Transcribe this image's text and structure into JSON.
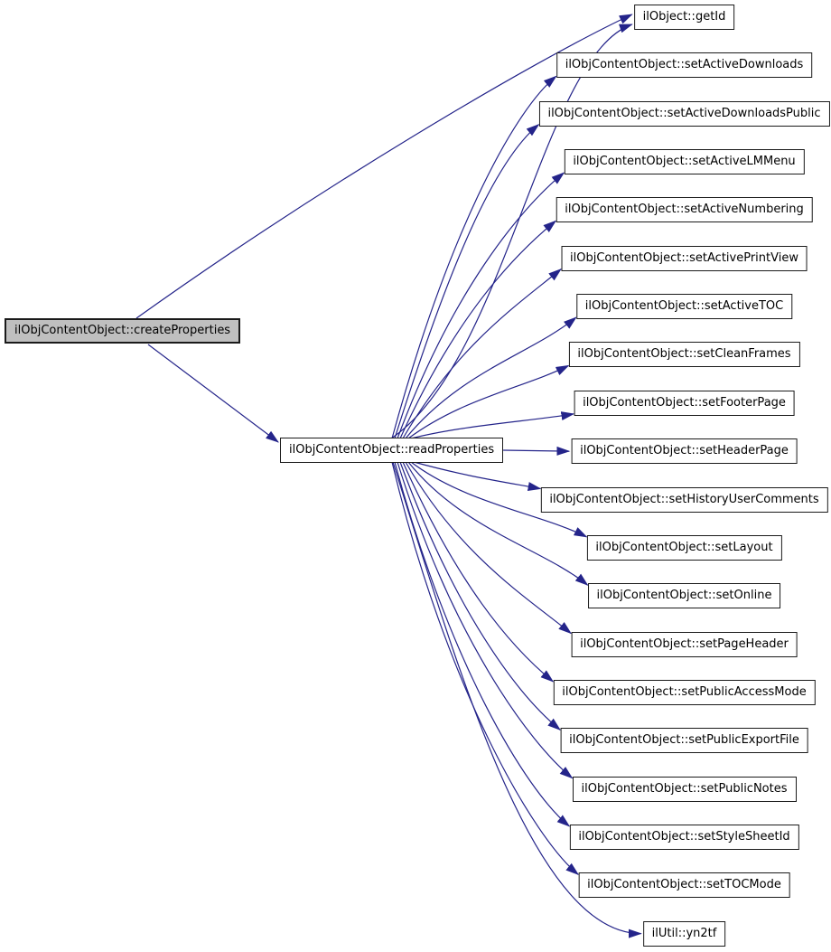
{
  "graph": {
    "type": "call-graph",
    "caller": {
      "id": "createProperties",
      "label": "ilObjContentObject::createProperties"
    },
    "intermediate": {
      "id": "readProperties",
      "label": "ilObjContentObject::readProperties"
    },
    "callees": [
      {
        "id": "getId",
        "label": "ilObject::getId"
      },
      {
        "id": "setActiveDownloads",
        "label": "ilObjContentObject::setActiveDownloads"
      },
      {
        "id": "setActiveDownloadsPublic",
        "label": "ilObjContentObject::setActiveDownloadsPublic"
      },
      {
        "id": "setActiveLMMenu",
        "label": "ilObjContentObject::setActiveLMMenu"
      },
      {
        "id": "setActiveNumbering",
        "label": "ilObjContentObject::setActiveNumbering"
      },
      {
        "id": "setActivePrintView",
        "label": "ilObjContentObject::setActivePrintView"
      },
      {
        "id": "setActiveTOC",
        "label": "ilObjContentObject::setActiveTOC"
      },
      {
        "id": "setCleanFrames",
        "label": "ilObjContentObject::setCleanFrames"
      },
      {
        "id": "setFooterPage",
        "label": "ilObjContentObject::setFooterPage"
      },
      {
        "id": "setHeaderPage",
        "label": "ilObjContentObject::setHeaderPage"
      },
      {
        "id": "setHistoryUserComments",
        "label": "ilObjContentObject::setHistoryUserComments"
      },
      {
        "id": "setLayout",
        "label": "ilObjContentObject::setLayout"
      },
      {
        "id": "setOnline",
        "label": "ilObjContentObject::setOnline"
      },
      {
        "id": "setPageHeader",
        "label": "ilObjContentObject::setPageHeader"
      },
      {
        "id": "setPublicAccessMode",
        "label": "ilObjContentObject::setPublicAccessMode"
      },
      {
        "id": "setPublicExportFile",
        "label": "ilObjContentObject::setPublicExportFile"
      },
      {
        "id": "setPublicNotes",
        "label": "ilObjContentObject::setPublicNotes"
      },
      {
        "id": "setStyleSheetId",
        "label": "ilObjContentObject::setStyleSheetId"
      },
      {
        "id": "setTOCMode",
        "label": "ilObjContentObject::setTOCMode"
      },
      {
        "id": "yn2tf",
        "label": "ilUtil::yn2tf"
      }
    ],
    "edges": [
      {
        "from": "createProperties",
        "to": "getId"
      },
      {
        "from": "createProperties",
        "to": "readProperties"
      },
      {
        "from": "readProperties",
        "to": "getId"
      },
      {
        "from": "readProperties",
        "to": "setActiveDownloads"
      },
      {
        "from": "readProperties",
        "to": "setActiveDownloadsPublic"
      },
      {
        "from": "readProperties",
        "to": "setActiveLMMenu"
      },
      {
        "from": "readProperties",
        "to": "setActiveNumbering"
      },
      {
        "from": "readProperties",
        "to": "setActivePrintView"
      },
      {
        "from": "readProperties",
        "to": "setActiveTOC"
      },
      {
        "from": "readProperties",
        "to": "setCleanFrames"
      },
      {
        "from": "readProperties",
        "to": "setFooterPage"
      },
      {
        "from": "readProperties",
        "to": "setHeaderPage"
      },
      {
        "from": "readProperties",
        "to": "setHistoryUserComments"
      },
      {
        "from": "readProperties",
        "to": "setLayout"
      },
      {
        "from": "readProperties",
        "to": "setOnline"
      },
      {
        "from": "readProperties",
        "to": "setPageHeader"
      },
      {
        "from": "readProperties",
        "to": "setPublicAccessMode"
      },
      {
        "from": "readProperties",
        "to": "setPublicExportFile"
      },
      {
        "from": "readProperties",
        "to": "setPublicNotes"
      },
      {
        "from": "readProperties",
        "to": "setStyleSheetId"
      },
      {
        "from": "readProperties",
        "to": "setTOCMode"
      },
      {
        "from": "readProperties",
        "to": "yn2tf"
      }
    ],
    "colors": {
      "edge": "#24248a",
      "node_border": "#1a1a1a",
      "node_fill": "#ffffff",
      "highlight_fill": "#bfbfbf",
      "background": "#ffffff"
    }
  }
}
